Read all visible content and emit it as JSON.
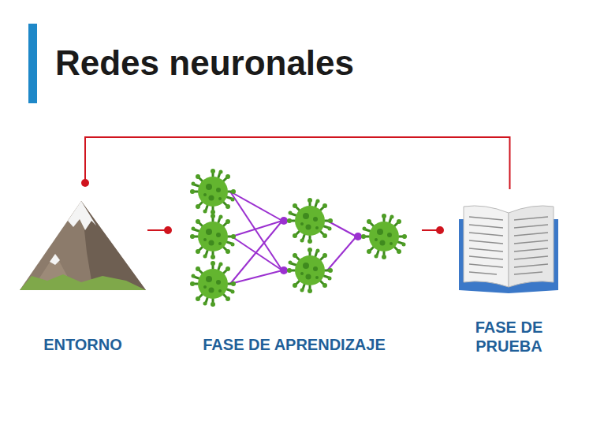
{
  "diagram": {
    "title": "Redes neuronales",
    "nodes": [
      {
        "text": [
          "ENTORNO"
        ]
      },
      {
        "text": [
          "FASE DE APRENDIZAJE"
        ]
      },
      {
        "text": [
          "FASE DE PRUEBA"
        ]
      }
    ],
    "edges": [
      {
        "from": 0,
        "to": 1,
        "arrow": "to"
      },
      {
        "from": 1,
        "to": 2,
        "arrow": "to"
      },
      {
        "from": 2,
        "to": 0,
        "arrow": "to"
      }
    ]
  }
}
